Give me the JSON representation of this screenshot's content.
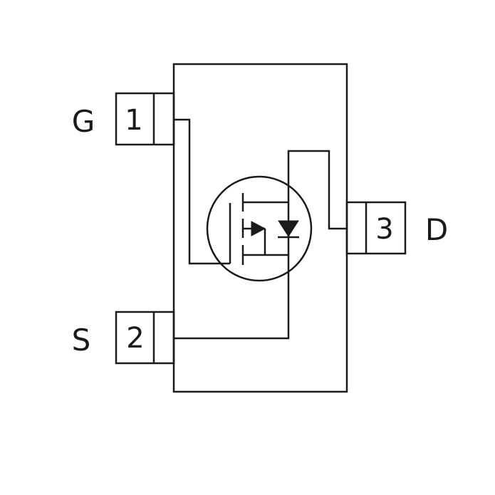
{
  "pins": [
    {
      "number": "1",
      "label": "G"
    },
    {
      "number": "2",
      "label": "S"
    },
    {
      "number": "3",
      "label": "D"
    }
  ]
}
